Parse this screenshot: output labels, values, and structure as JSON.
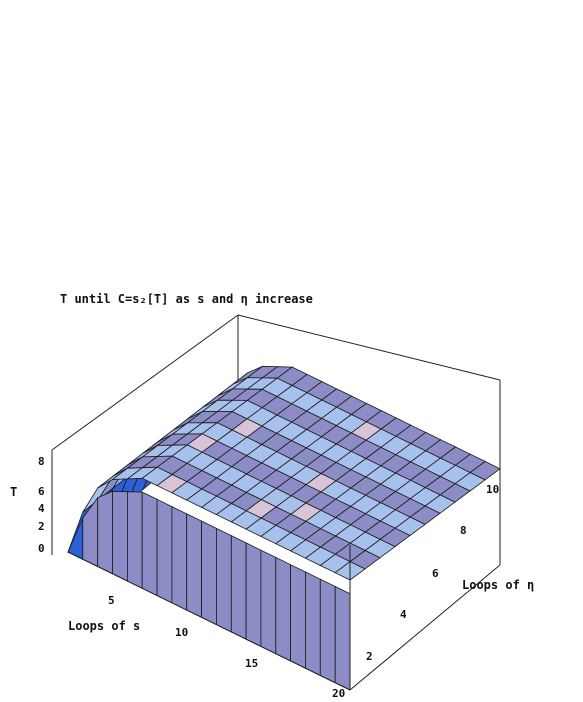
{
  "chart_data": {
    "type": "surface3d",
    "title": "T until  C=s₂[T]  as  s  and  η  increase",
    "xlabel": "Loops  of  s",
    "ylabel": "Loops  of  η",
    "zlabel": "T",
    "x_ticks": [
      "5",
      "10",
      "15",
      "20"
    ],
    "y_ticks": [
      "2",
      "4",
      "6",
      "8",
      "10"
    ],
    "z_ticks": [
      "0",
      "2",
      "4",
      "6",
      "8"
    ],
    "xlim": [
      1,
      20
    ],
    "ylim": [
      1,
      11
    ],
    "zlim": [
      0,
      8
    ],
    "x": [
      1,
      2,
      3,
      4,
      5,
      6,
      7,
      8,
      9,
      10,
      11,
      12,
      13,
      14,
      15,
      16,
      17,
      18,
      19,
      20
    ],
    "y": [
      1,
      2,
      3,
      4,
      5,
      6,
      7,
      8,
      9,
      10,
      11
    ],
    "z_by_x": [
      0,
      3,
      5,
      6,
      6.5,
      7,
      7,
      7,
      7,
      7,
      7,
      7,
      7,
      7,
      7,
      7,
      7,
      7,
      7,
      7
    ],
    "z_by_y_offset": [
      0,
      0.1,
      0.2,
      0.3,
      0.4,
      0.5,
      0.6,
      0.7,
      0.8,
      0.9,
      1.0
    ],
    "colors": {
      "surface_dark": "#8c8cc7",
      "surface_light": "#a6c1ec",
      "highlight": "#d8c4d6",
      "edge_blue": "#2d5fd6",
      "mesh": "#1a1a1a"
    }
  }
}
